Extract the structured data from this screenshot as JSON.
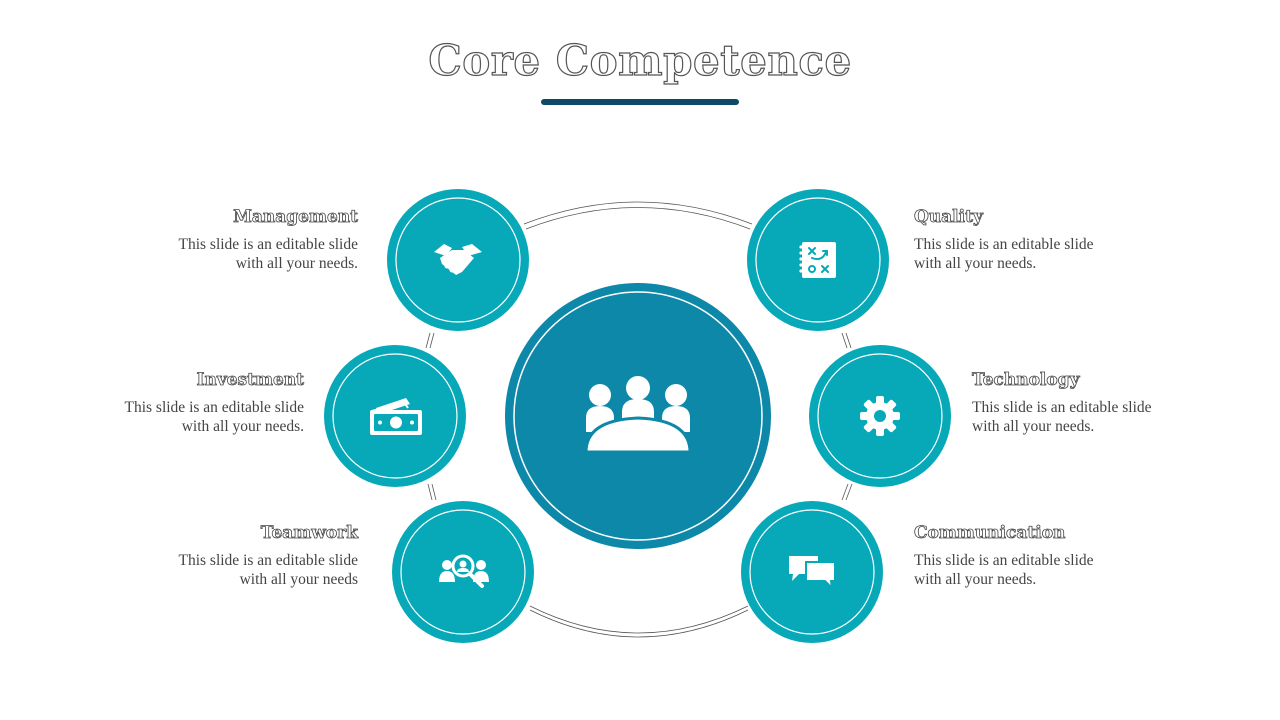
{
  "title": "Core Competence",
  "colors": {
    "title_bar": "#0e4a66",
    "node_fill": "#07a9b8",
    "center_fill": "#0e88a8",
    "text": "#444444"
  },
  "center": {
    "icon": "meeting-people-icon"
  },
  "nodes": [
    {
      "id": "management",
      "heading": "Management",
      "line1": "This slide is an editable slide",
      "line2": "with all your needs.",
      "icon": "handshake-icon"
    },
    {
      "id": "investment",
      "heading": "Investment",
      "line1": "This slide is an editable slide",
      "line2": "with all your needs.",
      "icon": "money-icon"
    },
    {
      "id": "teamwork",
      "heading": "Teamwork",
      "line1": "This slide is an editable slide",
      "line2": "with all your needs",
      "icon": "team-search-icon"
    },
    {
      "id": "quality",
      "heading": "Quality",
      "line1": "This slide is an editable slide",
      "line2": "with all your needs.",
      "icon": "strategy-board-icon"
    },
    {
      "id": "technology",
      "heading": "Technology",
      "line1": "This slide is an editable slide",
      "line2": "with all your needs.",
      "icon": "gear-icon"
    },
    {
      "id": "communication",
      "heading": "Communication",
      "line1": "This slide is an editable slide",
      "line2": "with all your needs.",
      "icon": "chat-bubbles-icon"
    }
  ]
}
